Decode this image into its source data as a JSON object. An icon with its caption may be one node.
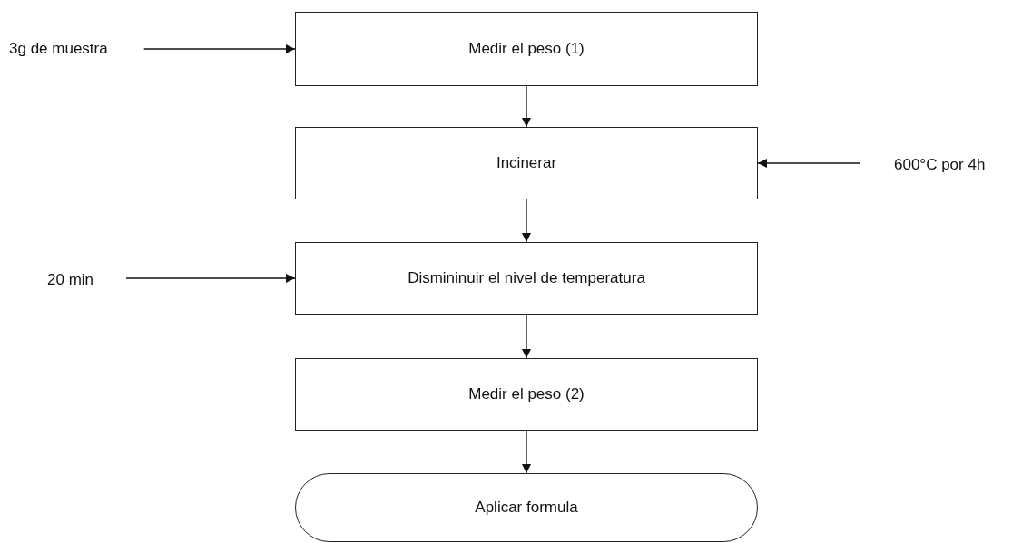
{
  "diagram": {
    "nodes": [
      {
        "text": [
          "3g de muestra"
        ]
      },
      {
        "text": [
          "Medir el peso (1)"
        ]
      },
      {
        "text": [
          "600°C por 4h"
        ]
      },
      {
        "text": [
          "Incinerar"
        ]
      },
      {
        "text": [
          "20 min"
        ]
      },
      {
        "text": [
          "Dismininuir el nivel de temperatura"
        ]
      },
      {
        "text": [
          "Medir el peso (2)"
        ]
      },
      {
        "text": [
          "Aplicar formula"
        ]
      }
    ],
    "edges": [
      {
        "from": 0,
        "to": 1,
        "arrow": "to"
      },
      {
        "from": 1,
        "to": 3,
        "arrow": "to"
      },
      {
        "from": 2,
        "to": 3,
        "arrow": "to"
      },
      {
        "from": 3,
        "to": 5,
        "arrow": "to"
      },
      {
        "from": 4,
        "to": 5,
        "arrow": "to"
      },
      {
        "from": 5,
        "to": 6,
        "arrow": "to"
      },
      {
        "from": 6,
        "to": 7,
        "arrow": "to"
      }
    ]
  }
}
